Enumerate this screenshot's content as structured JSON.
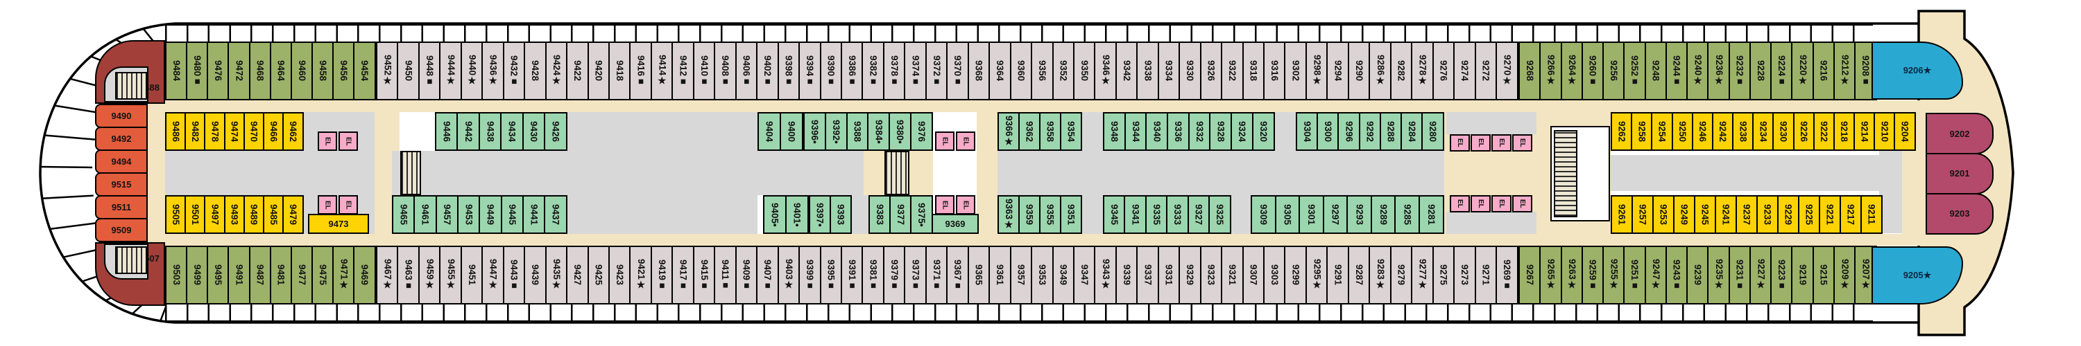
{
  "deck_plan": {
    "elevator_label": "EL",
    "colors": {
      "green": "#9CB269",
      "grayCabin": "#DCD4D4",
      "yellow": "#FDD303",
      "teal": "#9CD6AE",
      "sternOrange": "#E35C3C",
      "darkRed": "#A23F39",
      "bowMaroon": "#B44A6B",
      "blue": "#29A9D2",
      "elevatorPink": "#F6ABC8",
      "corridorTan": "#F3E5C1",
      "voidGray": "#D8D8D8",
      "hullWhite": "#FFFFFF",
      "outline": "#000000"
    },
    "rows": {
      "outer_top_green_aft": [
        "9484",
        "9480■",
        "9476",
        "9472",
        "9468",
        "9464",
        "9460",
        "9458",
        "9456",
        "9454"
      ],
      "outer_top_gray": [
        "9452★",
        "9450",
        "9448■",
        "9444★",
        "9440★",
        "9436★",
        "9432■",
        "9428",
        "9424★",
        "9422",
        "9420",
        "9418",
        "9416■",
        "9414★",
        "9412■",
        "9410■",
        "9408■",
        "9406■",
        "9402■",
        "9398■",
        "9394■",
        "9390■",
        "9386■",
        "9382■",
        "9378■",
        "9374■",
        "9372■",
        "9370■",
        "9368",
        "9364",
        "9360",
        "9356",
        "9352",
        "9350",
        "9346★",
        "9342",
        "9338",
        "9334",
        "9330",
        "9326",
        "9322",
        "9318",
        "9316",
        "9302",
        "9298★",
        "9294",
        "9290",
        "9286★",
        "9282",
        "9278★",
        "9276",
        "9274",
        "9272",
        "9270★"
      ],
      "outer_top_green_fwd": [
        "9268",
        "9266★",
        "9264★",
        "9260■",
        "9256",
        "9252■",
        "9248",
        "9244■",
        "9240★",
        "9236★",
        "9232■",
        "9228",
        "9224■",
        "9220★",
        "9216",
        "9212★",
        "9208■"
      ],
      "outer_bottom_green_aft": [
        "9503",
        "9499",
        "9495",
        "9491",
        "9487",
        "9481",
        "9477",
        "9475",
        "9471★",
        "9469"
      ],
      "outer_bottom_gray": [
        "9467★",
        "9463■",
        "9459★",
        "9455★",
        "9451",
        "9447★",
        "9443■",
        "9439",
        "9435★",
        "9427",
        "9425",
        "9423",
        "9421★",
        "9419■",
        "9417■",
        "9415■",
        "9411■",
        "9409■",
        "9407■",
        "9403★",
        "9399■",
        "9395■",
        "9391■",
        "9381■",
        "9379■",
        "9373■",
        "9371■",
        "9367■",
        "9365",
        "9361",
        "9357",
        "9353",
        "9349",
        "9347",
        "9343★",
        "9339",
        "9337",
        "9331",
        "9329",
        "9323",
        "9321",
        "9307",
        "9303",
        "9299",
        "9295★",
        "9291",
        "9287",
        "9283★",
        "9279",
        "9277★",
        "9275",
        "9273",
        "9271",
        "9269■"
      ],
      "outer_bottom_green_fwd": [
        "9267",
        "9265★",
        "9263★",
        "9259■",
        "9255★",
        "9251■",
        "9247★",
        "9243■",
        "9239",
        "9235★",
        "9231■",
        "9227★",
        "9223■",
        "9219",
        "9215",
        "9209★",
        "9207★"
      ],
      "interior_top_yellow_aft": [
        "9486",
        "9482",
        "9478",
        "9474",
        "9470",
        "9466",
        "9462"
      ],
      "interior_top_teal_a": [
        "9446",
        "9442",
        "9438",
        "9434",
        "9430",
        "9426"
      ],
      "interior_top_teal_b": [
        "9404",
        "9400"
      ],
      "interior_top_teal_c": [
        "9396•",
        "9392•",
        "9388",
        "9384•",
        "9380•",
        "9376"
      ],
      "interior_top_teal_d1": [
        "9366★",
        "9362",
        "9358",
        "9354"
      ],
      "interior_top_teal_d2": [
        "9348",
        "9344",
        "9340",
        "9336",
        "9332",
        "9328",
        "9324",
        "9320"
      ],
      "interior_top_teal_d3": [
        "9304",
        "9300",
        "9296",
        "9292",
        "9288",
        "9284",
        "9280"
      ],
      "interior_top_yellow_fwd": [
        "9262",
        "9258",
        "9254",
        "9250",
        "9246",
        "9242",
        "9238",
        "9234",
        "9230",
        "9226",
        "9222",
        "9218",
        "9214",
        "9210",
        "9204"
      ],
      "interior_bottom_yellow_aft": [
        "9505",
        "9501",
        "9497",
        "9493",
        "9489",
        "9485",
        "9479"
      ],
      "interior_bottom_teal_a": [
        "9465",
        "9461",
        "9457",
        "9453",
        "9449",
        "9445",
        "9441",
        "9437"
      ],
      "interior_bottom_teal_b": [
        "9405•",
        "9401•"
      ],
      "interior_bottom_teal_c1": [
        "9397•",
        "9393"
      ],
      "interior_bottom_teal_c2": [
        "9383",
        "9377",
        "9375•"
      ],
      "interior_bottom_teal_d1": [
        "9363★",
        "9359",
        "9355",
        "9351"
      ],
      "interior_bottom_teal_d2": [
        "9345",
        "9341",
        "9335",
        "9333",
        "9327",
        "9325"
      ],
      "interior_bottom_teal_d3": [
        "9309",
        "9305",
        "9301",
        "9297",
        "9293",
        "9289",
        "9285",
        "9281"
      ],
      "interior_bottom_yellow_fwd": [
        "9261",
        "9257",
        "9253",
        "9249",
        "9245",
        "9241",
        "9237",
        "9233",
        "9229",
        "9225",
        "9221",
        "9217",
        "9211"
      ],
      "stern_suites": [
        "9490",
        "9492",
        "9494",
        "9515",
        "9511",
        "9509"
      ],
      "bow_cabins": [
        "9202",
        "9201",
        "9203"
      ]
    },
    "singles": {
      "stern_corner_top": "9488",
      "stern_corner_bottom": "9507",
      "cabin_9473": "9473",
      "cabin_9369": "9369",
      "bow_blue_top": "9206★",
      "bow_blue_bottom": "9205★"
    }
  }
}
